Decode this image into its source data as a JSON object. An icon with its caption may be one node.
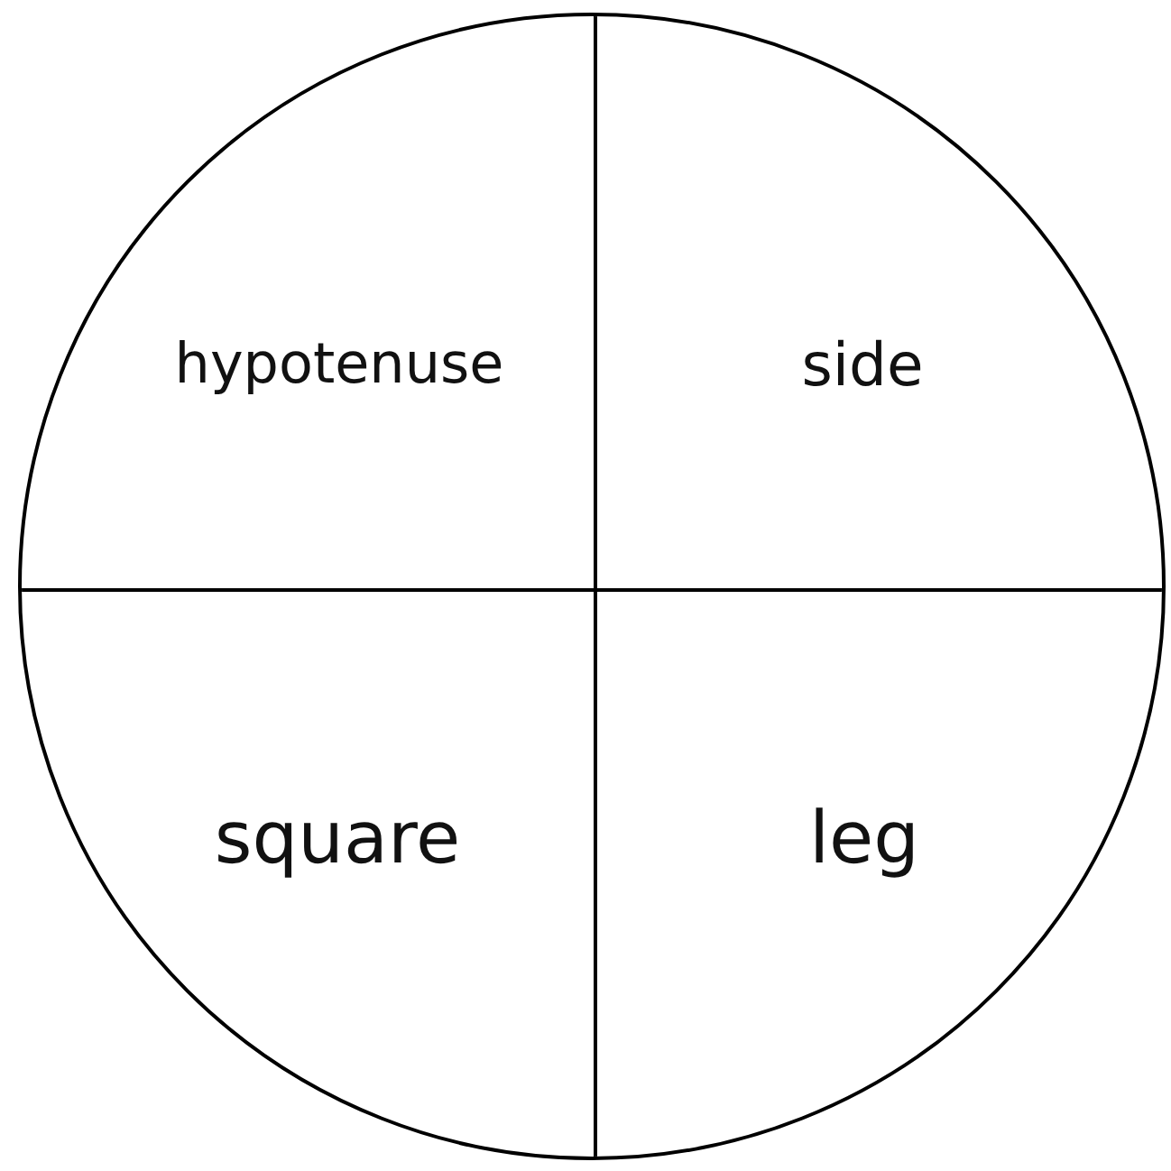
{
  "diagram": {
    "nodes": [
      {
        "text": [],
        "shape": "circle"
      },
      {
        "text": [
          "hypotenuse"
        ],
        "in": 0
      },
      {
        "text": [
          "side"
        ],
        "in": 0
      },
      {
        "text": [
          "square"
        ],
        "in": 0
      },
      {
        "text": [
          "leg"
        ],
        "in": 0
      }
    ]
  }
}
